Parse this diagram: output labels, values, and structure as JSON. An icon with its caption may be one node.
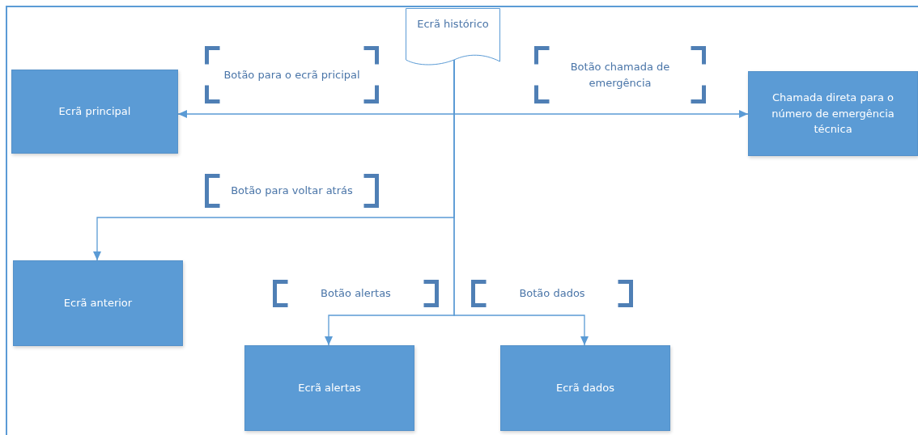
{
  "diagram": {
    "nodes": [
      {
        "text": [
          "Ecrã histórico"
        ]
      },
      {
        "text": [
          "Botão para o ecrã pricipal"
        ]
      },
      {
        "text": [
          "Botão chamada de emergência"
        ]
      },
      {
        "text": [
          "Ecrã principal"
        ]
      },
      {
        "text": [
          "Chamada direta para o número de emergência técnica"
        ]
      },
      {
        "text": [
          "Botão para voltar atrás"
        ]
      },
      {
        "text": [
          "Ecrã anterior"
        ]
      },
      {
        "text": [
          "Botão alertas"
        ]
      },
      {
        "text": [
          "Botão dados"
        ]
      },
      {
        "text": [
          "Ecrã alertas"
        ]
      },
      {
        "text": [
          "Ecrã dados"
        ]
      }
    ],
    "edges": [
      {
        "from": 0,
        "to": 3,
        "arrow": "to"
      },
      {
        "from": 0,
        "to": 4,
        "arrow": "to"
      },
      {
        "from": 0,
        "to": 6,
        "arrow": "to"
      },
      {
        "from": 0,
        "to": 9,
        "arrow": "to"
      },
      {
        "from": 0,
        "to": 10,
        "arrow": "to"
      }
    ]
  }
}
